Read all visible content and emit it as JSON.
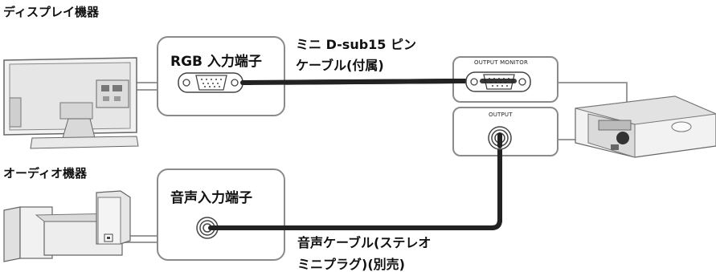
{
  "devices": {
    "display_label": "ディスプレイ機器",
    "audio_label": "オーディオ機器"
  },
  "panels": {
    "rgb_input": "RGB 入力端子",
    "audio_input": "音声入力端子",
    "output_monitor": "OUTPUT MONITOR",
    "output": "OUTPUT"
  },
  "cables": {
    "rgb_cable_line1": "ミニ D-sub15 ピン",
    "rgb_cable_line2": "ケーブル(付属)",
    "audio_cable_line1": "音声ケーブル(ステレオ",
    "audio_cable_line2": "ミニプラグ)(別売)"
  }
}
